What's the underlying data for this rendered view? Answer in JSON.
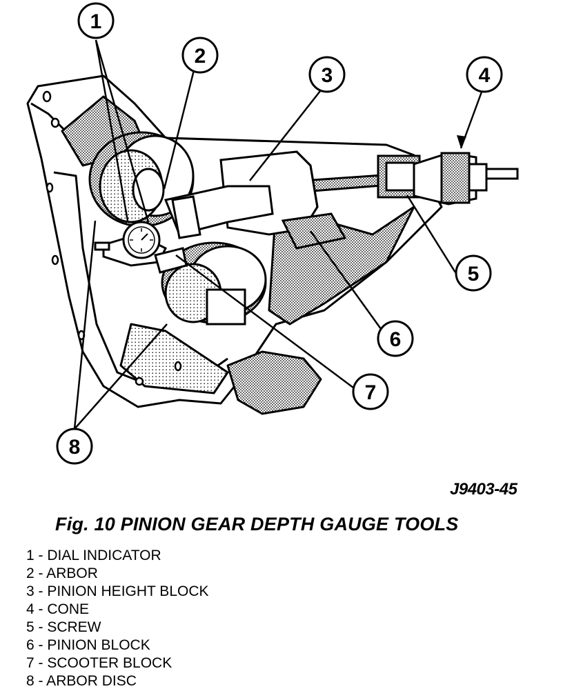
{
  "figure": {
    "drawing_id": "J9403-45",
    "caption": "Fig. 10 PINION GEAR DEPTH GAUGE TOOLS"
  },
  "callouts": [
    {
      "number": "1",
      "label": "DIAL INDICATOR"
    },
    {
      "number": "2",
      "label": "ARBOR"
    },
    {
      "number": "3",
      "label": "PINION HEIGHT BLOCK"
    },
    {
      "number": "4",
      "label": "CONE"
    },
    {
      "number": "5",
      "label": "SCREW"
    },
    {
      "number": "6",
      "label": "PINION BLOCK"
    },
    {
      "number": "7",
      "label": "SCOOTER BLOCK"
    },
    {
      "number": "8",
      "label": "ARBOR DISC"
    }
  ],
  "legend_lines": [
    "1 - DIAL INDICATOR",
    "2 - ARBOR",
    "3 - PINION HEIGHT BLOCK",
    "4 - CONE",
    "5 - SCREW",
    "6 - PINION BLOCK",
    "7 - SCOOTER BLOCK",
    "8 - ARBOR DISC"
  ],
  "colors": {
    "ink": "#000000",
    "shade": "#a8a8a8",
    "paper": "#ffffff"
  }
}
